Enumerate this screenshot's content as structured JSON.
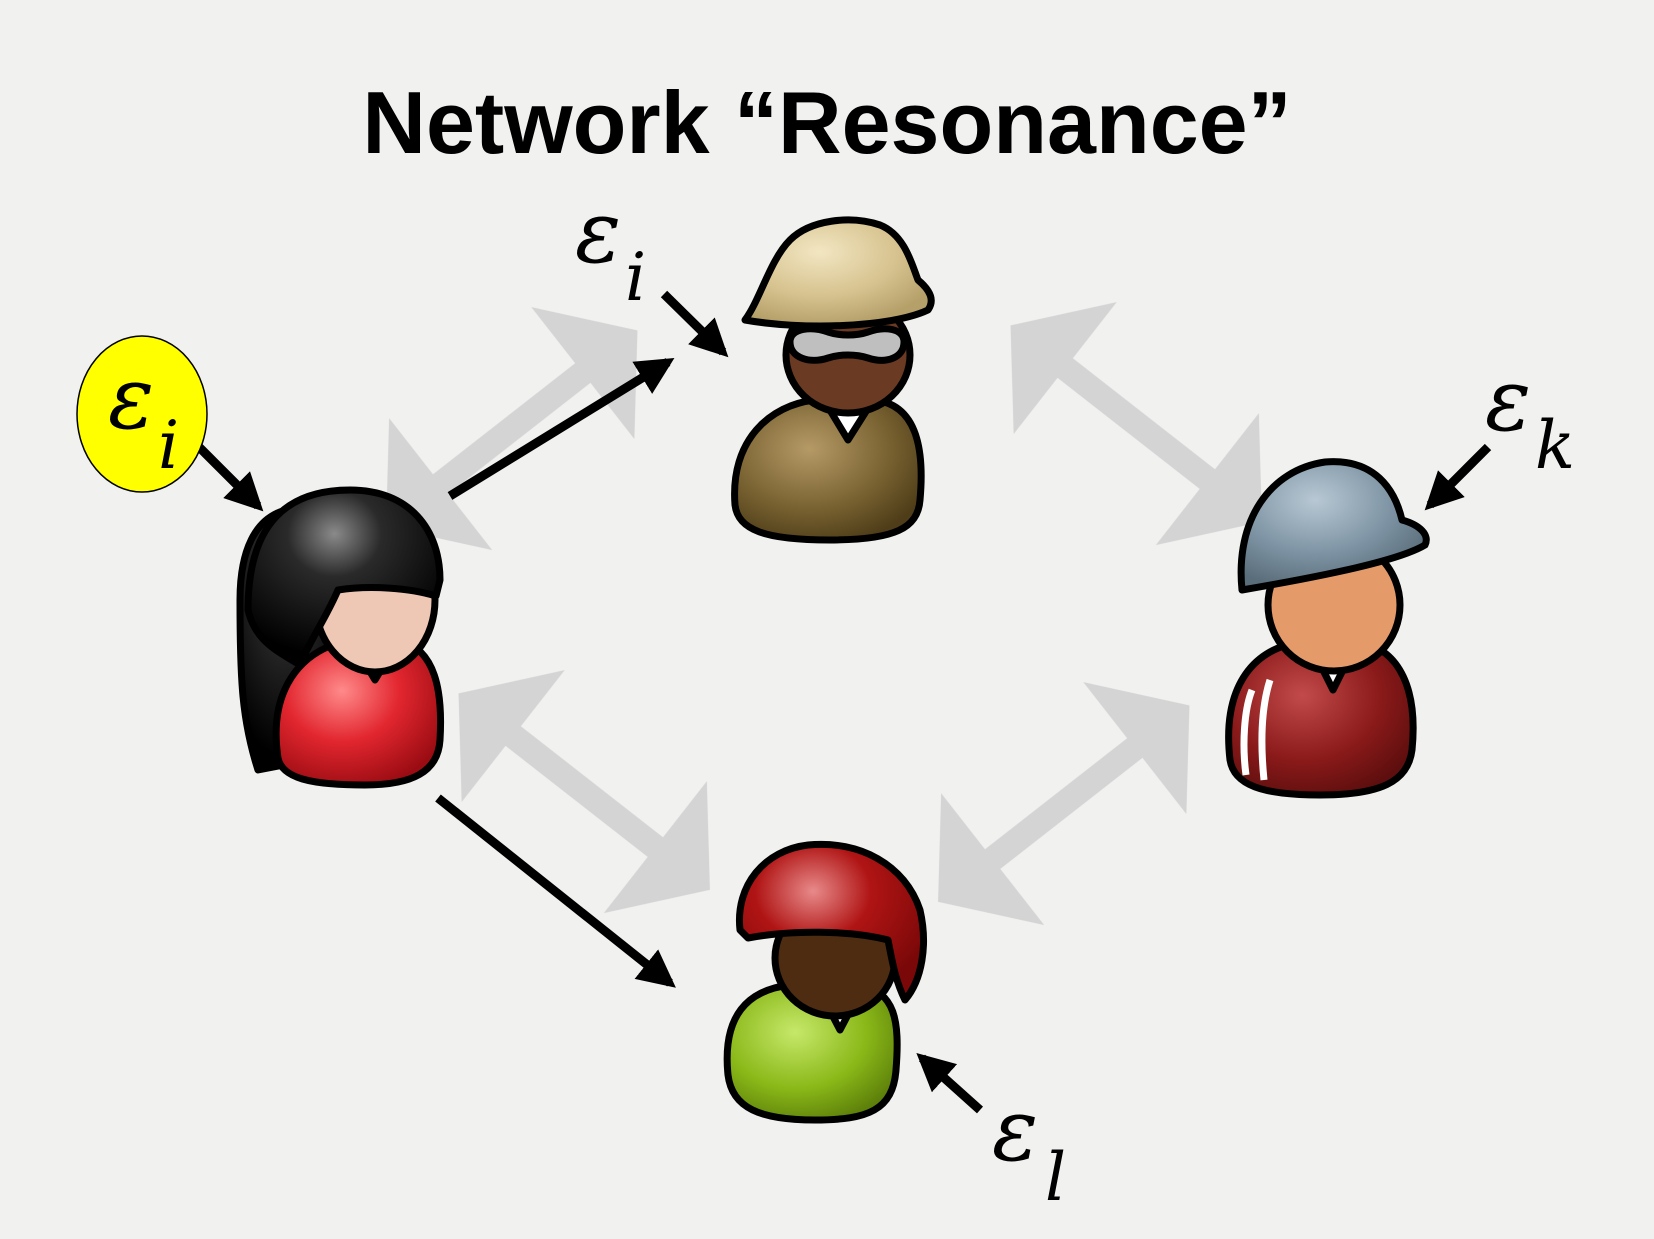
{
  "title": "Network “Resonance”",
  "nodes": [
    {
      "id": "person-left",
      "label_symbol": "ε",
      "label_subscript": "i",
      "highlighted": true,
      "highlight_color": "#ffff00"
    },
    {
      "id": "person-top",
      "label_symbol": "ε",
      "label_subscript": "i"
    },
    {
      "id": "person-right",
      "label_symbol": "ε",
      "label_subscript": "k"
    },
    {
      "id": "person-bottom",
      "label_symbol": "ε",
      "label_subscript": "l"
    }
  ],
  "colors": {
    "link_arrow": "#d2d2d2",
    "influence_arrow": "#000000",
    "left_shirt": "#d8202a",
    "top_shirt": "#7a6332",
    "right_shirt": "#8b1a1a",
    "bottom_shirt": "#8ab818",
    "top_hat": "#d6c28e",
    "right_cap": "#7d93a3",
    "bottom_helmet": "#a80f0f"
  }
}
